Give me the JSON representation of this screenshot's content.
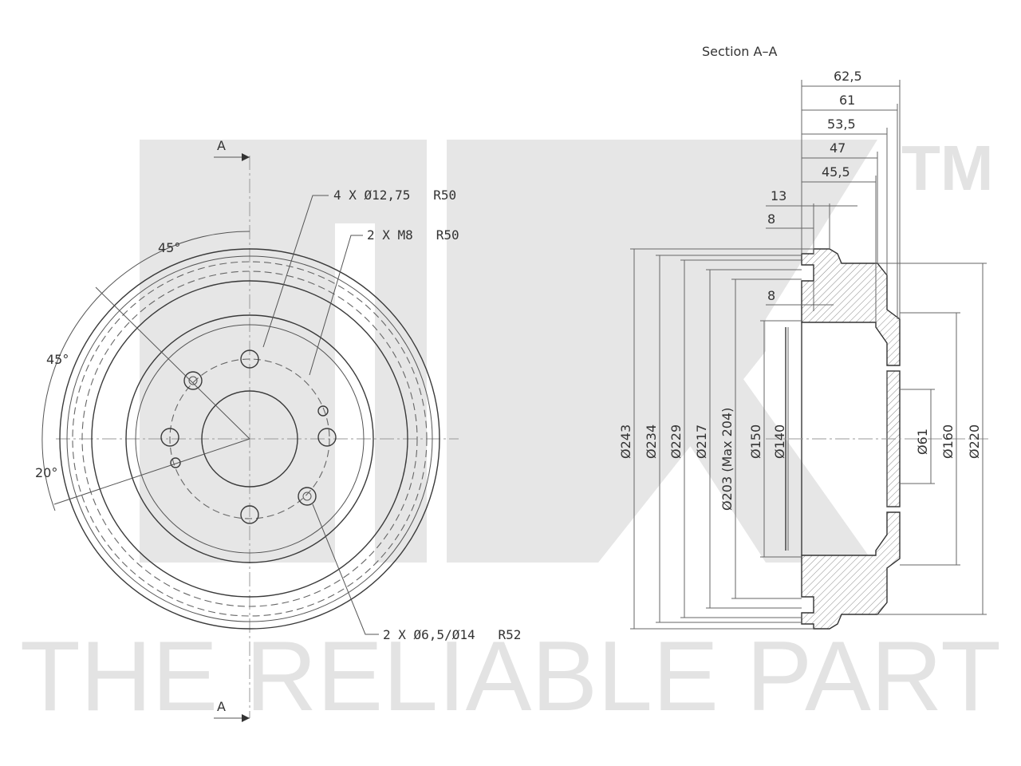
{
  "watermark": {
    "brand": "NK",
    "tm": "TM",
    "slogan": "THE RELIABLE PART"
  },
  "front_view": {
    "section_mark_top": "A",
    "section_mark_bottom": "A",
    "angles": [
      "45°",
      "45°",
      "20°"
    ],
    "callouts": [
      "4 X Ø12,75   R50",
      "2 X M8   R50",
      "2 X Ø6,5/Ø14   R52"
    ]
  },
  "section_view": {
    "title": "Section A–A",
    "top_dims": [
      "62,5",
      "61",
      "53,5",
      "47",
      "45,5",
      "13",
      "8",
      "8"
    ],
    "left_diameters": [
      "Ø243",
      "Ø234",
      "Ø229",
      "Ø217",
      "Ø203 (Max 204)",
      "Ø150",
      "Ø140"
    ],
    "right_diameters": [
      "Ø61",
      "Ø160",
      "Ø220"
    ]
  }
}
